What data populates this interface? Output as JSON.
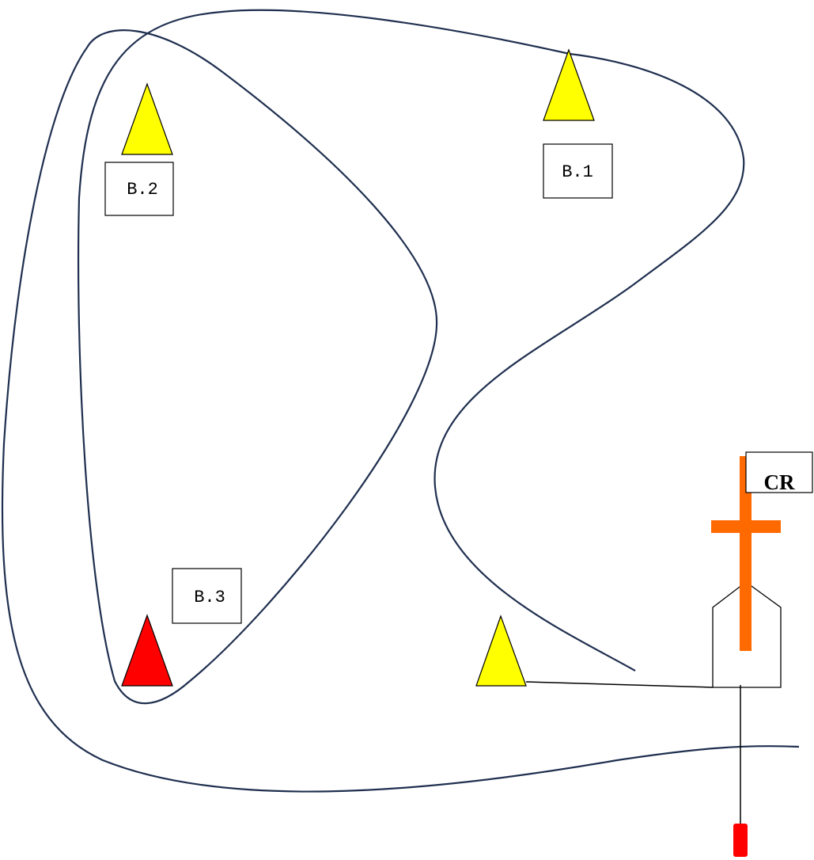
{
  "colors": {
    "background": "#ffffff",
    "course_line": "#1f2f4f",
    "buoy_yellow": "#ffff00",
    "buoy_red": "#ff0000",
    "committee_mast": "#ff6a00",
    "anchor_marker": "#ff0000",
    "outline": "#000000"
  },
  "marks": {
    "mark1": {
      "label": "B.1",
      "buoy_color": "yellow",
      "icon": "triangle-buoy-icon"
    },
    "mark2": {
      "label": "B.2",
      "buoy_color": "yellow",
      "icon": "triangle-buoy-icon"
    },
    "mark3": {
      "label": "B.3",
      "buoy_color": "red",
      "icon": "triangle-buoy-icon"
    },
    "pin_end": {
      "buoy_color": "yellow",
      "icon": "triangle-buoy-icon"
    }
  },
  "committee_boat": {
    "label": "CR",
    "icon": "committee-boat-icon",
    "flag_icon": "orange-cross-mast-icon",
    "anchor_icon": "anchor-marker-icon"
  }
}
